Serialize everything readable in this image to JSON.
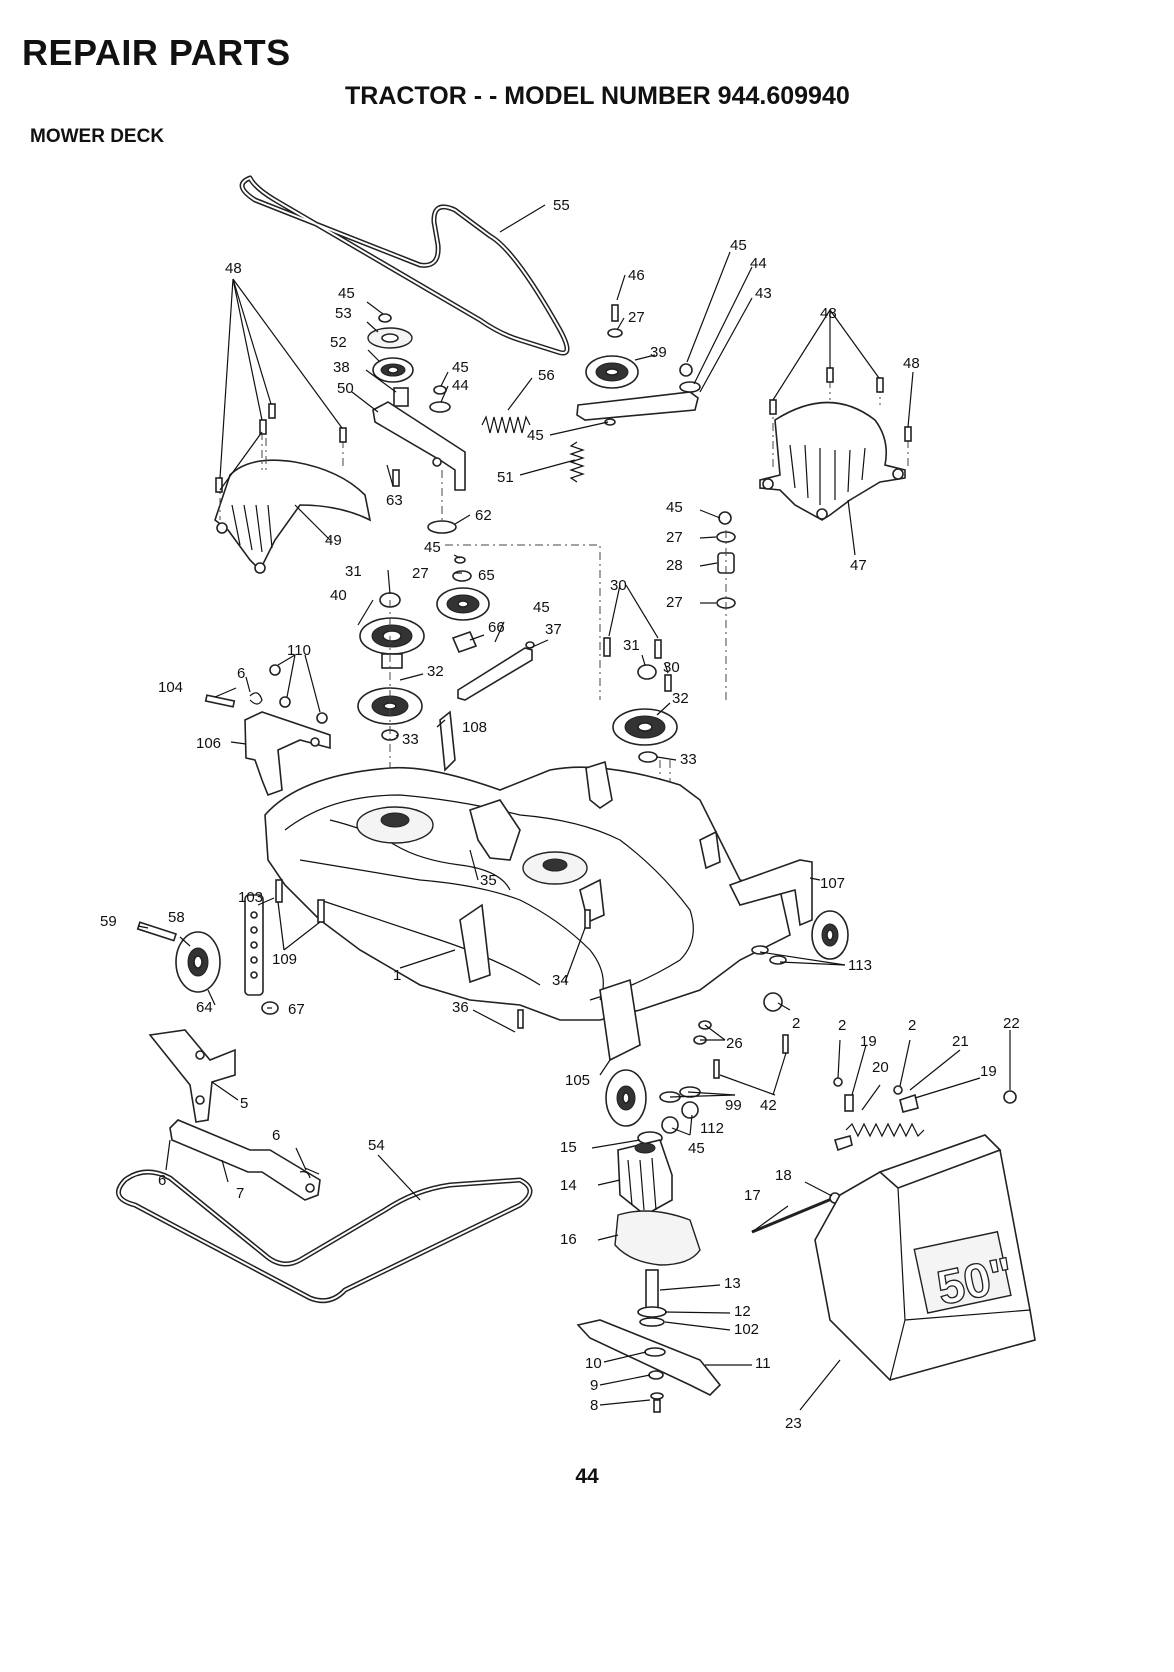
{
  "header": {
    "section_title": "REPAIR PARTS",
    "model_title": "TRACTOR - - MODEL NUMBER 944.609940",
    "subsection_title": "MOWER DECK"
  },
  "page_number": "44",
  "callouts": {
    "c1": "1",
    "c2a": "2",
    "c2b": "2",
    "c2c": "2",
    "c5": "5",
    "c6a": "6",
    "c6b": "6",
    "c6c": "6",
    "c7": "7",
    "c8": "8",
    "c9": "9",
    "c10": "10",
    "c11": "11",
    "c12": "12",
    "c102": "102",
    "c13": "13",
    "c14": "14",
    "c15": "15",
    "c16": "16",
    "c17": "17",
    "c18": "18",
    "c19a": "19",
    "c19b": "19",
    "c20": "20",
    "c21": "21",
    "c22": "22",
    "c23": "23",
    "c26": "26",
    "c27a": "27",
    "c27b": "27",
    "c27c": "27",
    "c27d": "27",
    "c28": "28",
    "c30a": "30",
    "c30b": "30",
    "c31a": "31",
    "c31b": "31",
    "c32a": "32",
    "c32b": "32",
    "c33a": "33",
    "c33b": "33",
    "c34": "34",
    "c35": "35",
    "c36": "36",
    "c37": "37",
    "c38": "38",
    "c39": "39",
    "c40": "40",
    "c42": "42",
    "c43": "43",
    "c44a": "44",
    "c44b": "44",
    "c45a": "45",
    "c45b": "45",
    "c45c": "45",
    "c45d": "45",
    "c45e": "45",
    "c45f": "45",
    "c45g": "45",
    "c45h": "45",
    "c46": "46",
    "c47": "47",
    "c48a": "48",
    "c48b": "48",
    "c48c": "48",
    "c49": "49",
    "c50": "50",
    "c51": "51",
    "c52": "52",
    "c53": "53",
    "c54": "54",
    "c55": "55",
    "c56": "56",
    "c58": "58",
    "c59": "59",
    "c62": "62",
    "c63": "63",
    "c64": "64",
    "c65": "65",
    "c66": "66",
    "c67": "67",
    "c99": "99",
    "c103": "103",
    "c104": "104",
    "c105": "105",
    "c106": "106",
    "c107": "107",
    "c108": "108",
    "c109": "109",
    "c110": "110",
    "c112": "112",
    "c113": "113"
  },
  "decal_text": "50\""
}
